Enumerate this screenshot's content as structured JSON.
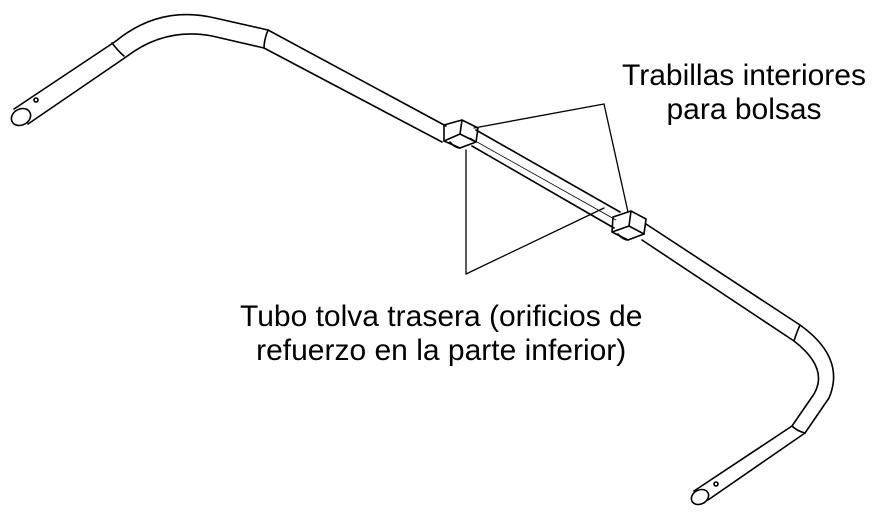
{
  "labels": {
    "bag_loops": {
      "line1": "Trabillas interiores",
      "line2": "para bolsas"
    },
    "rear_hopper_tube": {
      "line1": "Tubo tolva trasera (orificios de",
      "line2": "refuerzo en la parte inferior)"
    }
  },
  "colors": {
    "line": "#000000",
    "background": "#ffffff"
  }
}
